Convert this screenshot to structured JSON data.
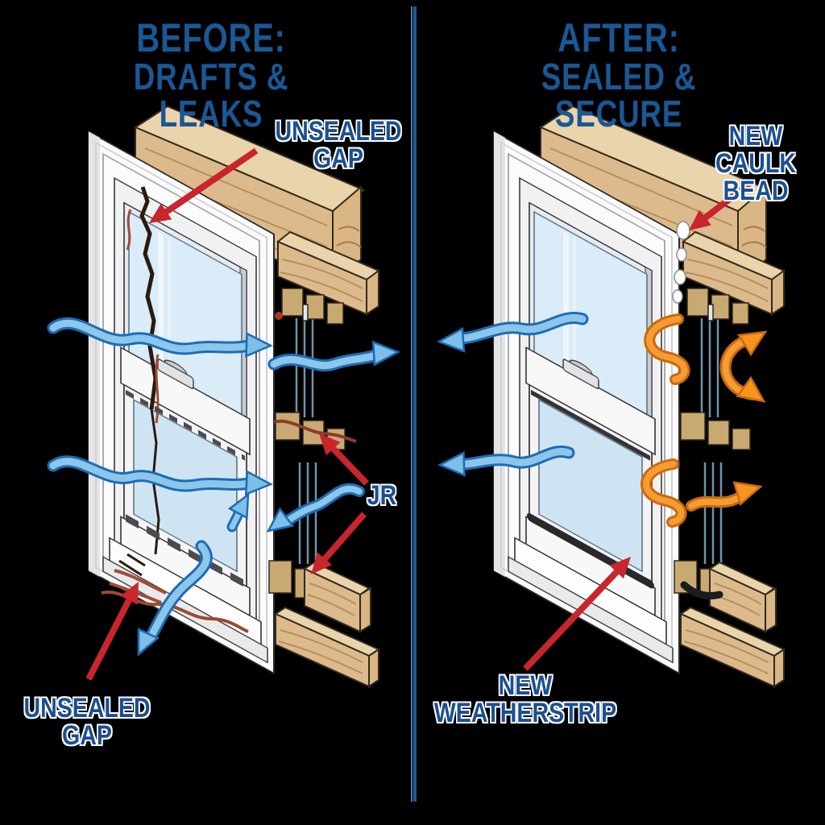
{
  "left_panel": {
    "title_line1": "BEFORE:",
    "title_line2": "DRAFTS & LEAKS",
    "labels": {
      "top_gap_line1": "UNSEALED",
      "top_gap_line2": "GAP",
      "mid_gap": "JR",
      "bottom_gap_line1": "UNSEALED",
      "bottom_gap_line2": "GAP"
    }
  },
  "right_panel": {
    "title_line1": "AFTER:",
    "title_line2": "SEALED & SECURE",
    "labels": {
      "caulk_line1": "NEW",
      "caulk_line2": "CAULK",
      "caulk_line3": "BEAD",
      "weatherstrip_line1": "NEW",
      "weatherstrip_line2": "WEATHERSTRIP"
    }
  },
  "colors": {
    "background": "#000000",
    "title_blue": "#1a5795",
    "label_blue": "#1a4f92",
    "pointer_red": "#c9252c",
    "draft_blue_fill": "#7dbfe6",
    "draft_blue_edge": "#1d6cb5",
    "heat_orange_fill": "#f79420",
    "heat_orange_edge": "#c96a10",
    "wood_tan": "#dcba8c",
    "glass_blue": "#d9ecf8",
    "frame_white": "#f8f8f9",
    "divider_blue": "#1d5a9e"
  }
}
